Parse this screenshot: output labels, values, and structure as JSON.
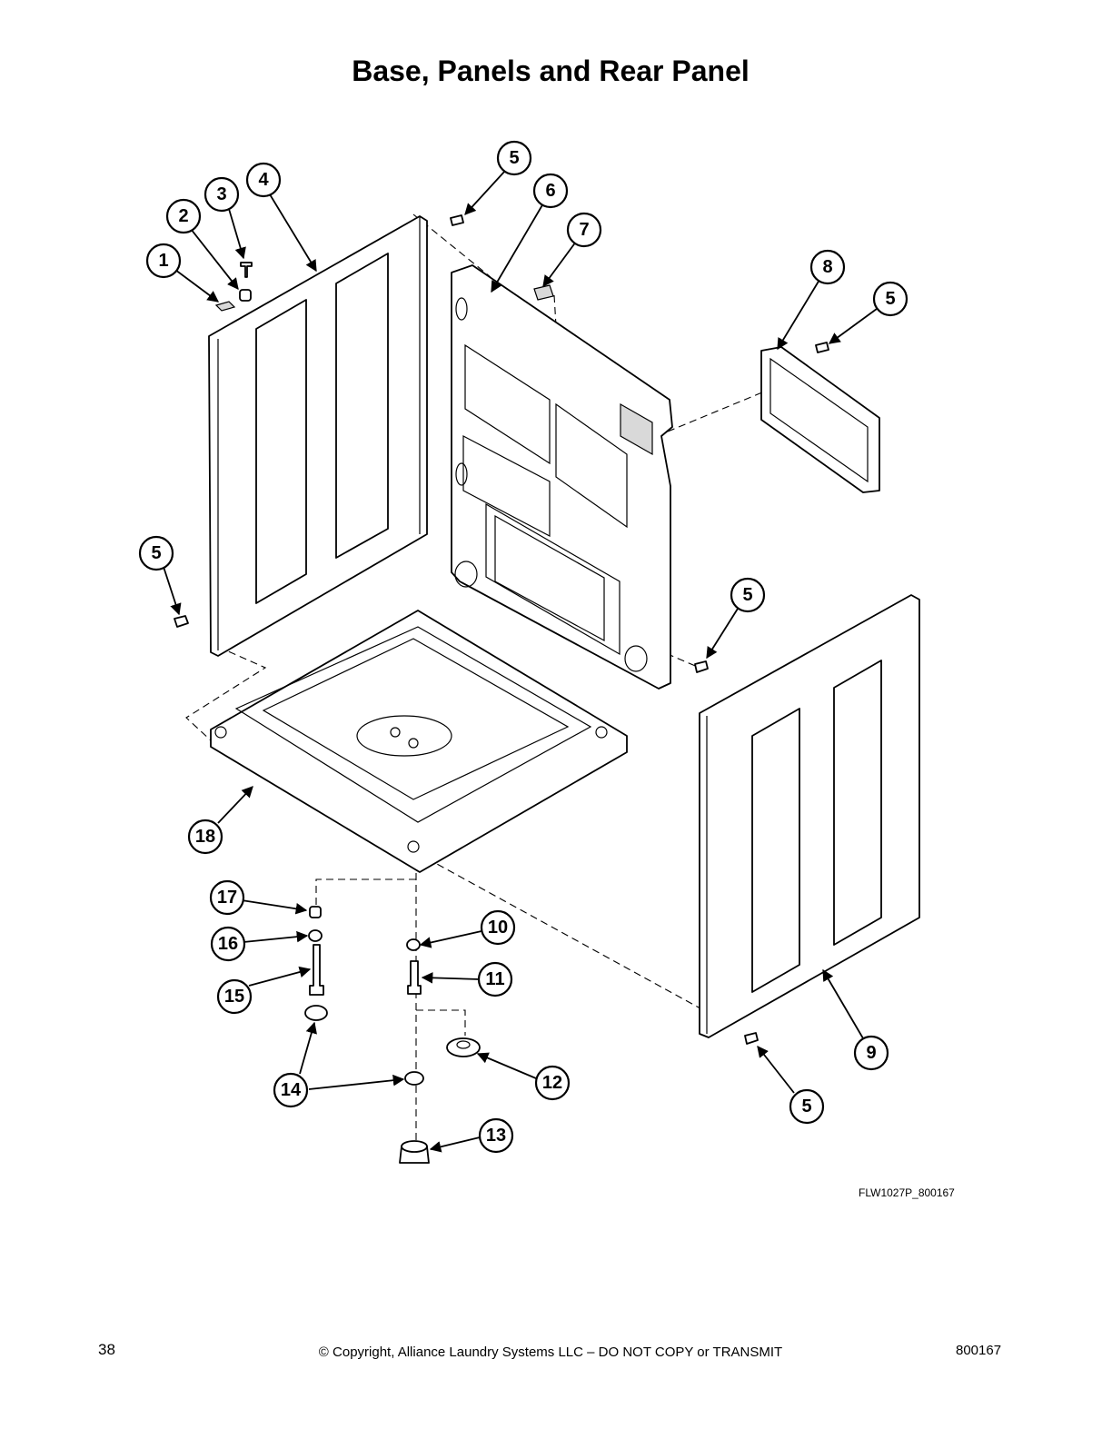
{
  "title": "Base, Panels and Rear Panel",
  "drawing_id": "FLW1027P_800167",
  "footer": {
    "page_number": "38",
    "copyright": "© Copyright, Alliance Laundry Systems LLC – DO NOT COPY or TRANSMIT",
    "doc_number": "800167"
  },
  "callouts": [
    "1",
    "2",
    "3",
    "4",
    "5",
    "6",
    "7",
    "8",
    "9",
    "10",
    "11",
    "12",
    "13",
    "14",
    "15",
    "16",
    "17",
    "18"
  ]
}
